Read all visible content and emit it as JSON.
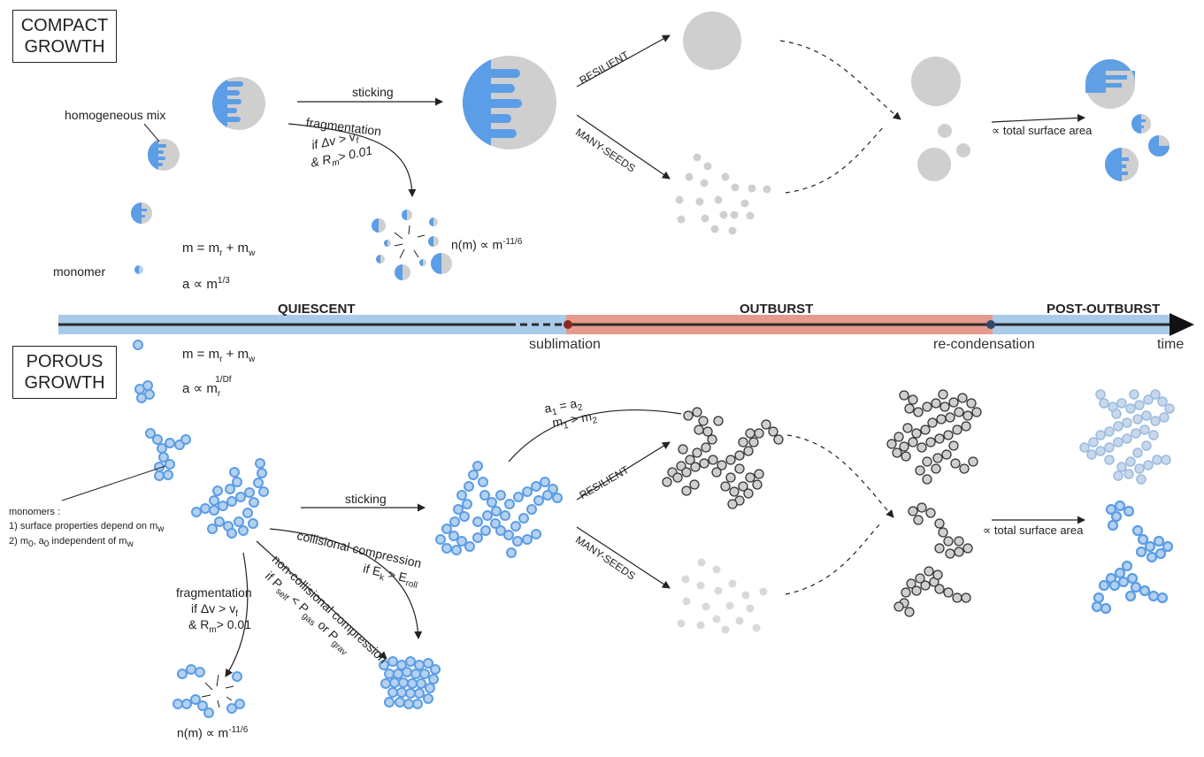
{
  "compact": {
    "title": "COMPACT GROWTH",
    "homogeneous_mix": "homogeneous mix",
    "sticking": "sticking",
    "fragmentation": "fragmentation",
    "frag_cond1": "if Δv > v",
    "frag_cond1_sub": "f",
    "frag_cond2": "& R",
    "frag_cond2_sub": "m",
    "frag_cond2_rest": "> 0.01",
    "resilient": "RESILIENT",
    "many_seeds": "MANY-SEEDS",
    "size_dist": "n(m) ∝ m",
    "size_dist_exp": "-11/6",
    "mass_eq": "m = m",
    "mass_eq_r": "r",
    "mass_eq_plus": " + m",
    "mass_eq_w": "w",
    "radius_eq": "a ∝ m",
    "radius_eq_exp": "1/3",
    "monomer": "monomer",
    "surface": "∝ total surface area"
  },
  "timeline": {
    "quiescent": "QUIESCENT",
    "outburst": "OUTBURST",
    "post_outburst": "POST-OUTBURST",
    "sublimation": "sublimation",
    "recondensation": "re-condensation",
    "time": "time"
  },
  "porous": {
    "title": "POROUS GROWTH",
    "mass_eq": "m = m",
    "mass_eq_r": "r",
    "mass_eq_plus": " + m",
    "mass_eq_w": "w",
    "radius_eq": "a ∝ m",
    "radius_eq_sub": "r",
    "radius_eq_exp": "1/Df",
    "monomers": "monomers :",
    "monomers_1": "1) surface properties depend on m",
    "monomers_1_sub": "w",
    "monomers_2a": "2) m",
    "monomers_2a_sub": "0",
    "monomers_2b": ", a",
    "monomers_2b_sub": "0",
    "monomers_2c": " independent of m",
    "monomers_2c_sub": "w",
    "sticking": "sticking",
    "collisional": "collisional compression",
    "collisional_cond": "if E",
    "collisional_cond_k": "k",
    "collisional_cond_mid": " > E",
    "collisional_cond_roll": "roll",
    "noncollisional": "non-collisional compression",
    "noncoll_cond": "if P",
    "noncoll_self": "self",
    "noncoll_mid": " < P",
    "noncoll_gas": "gas",
    "noncoll_or": " or P",
    "noncoll_grav": "grav",
    "fragmentation": "fragmentation",
    "frag_cond1": "if Δv > v",
    "frag_cond1_sub": "f",
    "frag_cond2": "& R",
    "frag_cond2_sub": "m",
    "frag_cond2_rest": "> 0.01",
    "a_eq": "a",
    "a_eq_1": "1",
    "a_eq_mid": " = a",
    "a_eq_2": "2",
    "m_gt": "m",
    "m_gt_1": "1",
    "m_gt_mid": " > m",
    "m_gt_2": "2",
    "resilient": "RESILIENT",
    "many_seeds": "MANY-SEEDS",
    "size_dist": "n(m) ∝ m",
    "size_dist_exp": "-11/6",
    "surface": "∝ total surface area"
  },
  "colors": {
    "blue": "#5b9de6",
    "grey": "#cfcfcf",
    "light_blue": "#b5d1ee",
    "timeline_blue": "#a9cbea",
    "timeline_red": "#e49a8c",
    "dark": "#2b2b2b"
  }
}
